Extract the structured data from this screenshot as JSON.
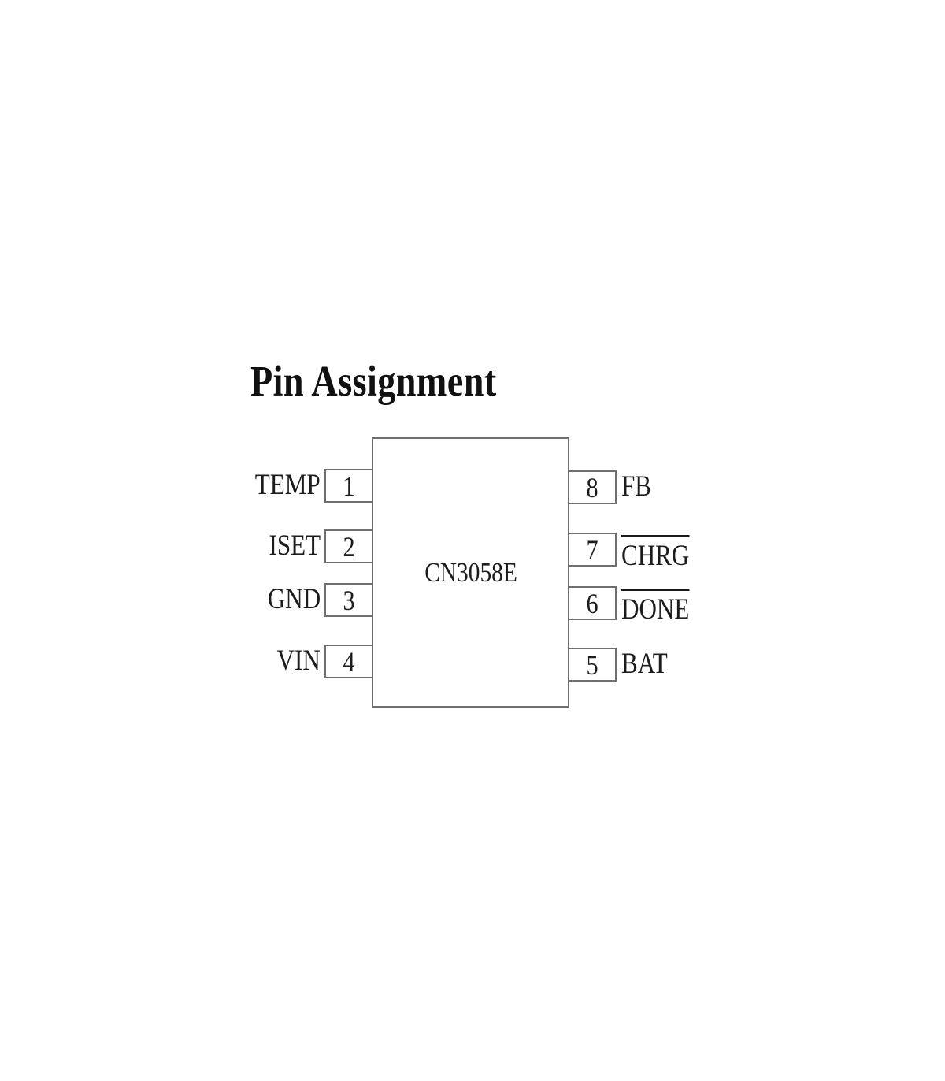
{
  "page": {
    "title": "Pin Assignment",
    "background_color": "#ffffff"
  },
  "chip": {
    "name": "CN3058E",
    "line_color": "#6f6f6f",
    "text_color": "#1c1c1c"
  },
  "pins": {
    "left": [
      {
        "number": "1",
        "label": "TEMP",
        "overline": false
      },
      {
        "number": "2",
        "label": "ISET",
        "overline": false
      },
      {
        "number": "3",
        "label": "GND",
        "overline": false
      },
      {
        "number": "4",
        "label": "VIN",
        "overline": false
      }
    ],
    "right": [
      {
        "number": "8",
        "label": "FB",
        "overline": false
      },
      {
        "number": "7",
        "label": "CHRG",
        "overline": true
      },
      {
        "number": "6",
        "label": "DONE",
        "overline": true
      },
      {
        "number": "5",
        "label": "BAT",
        "overline": false
      }
    ]
  }
}
